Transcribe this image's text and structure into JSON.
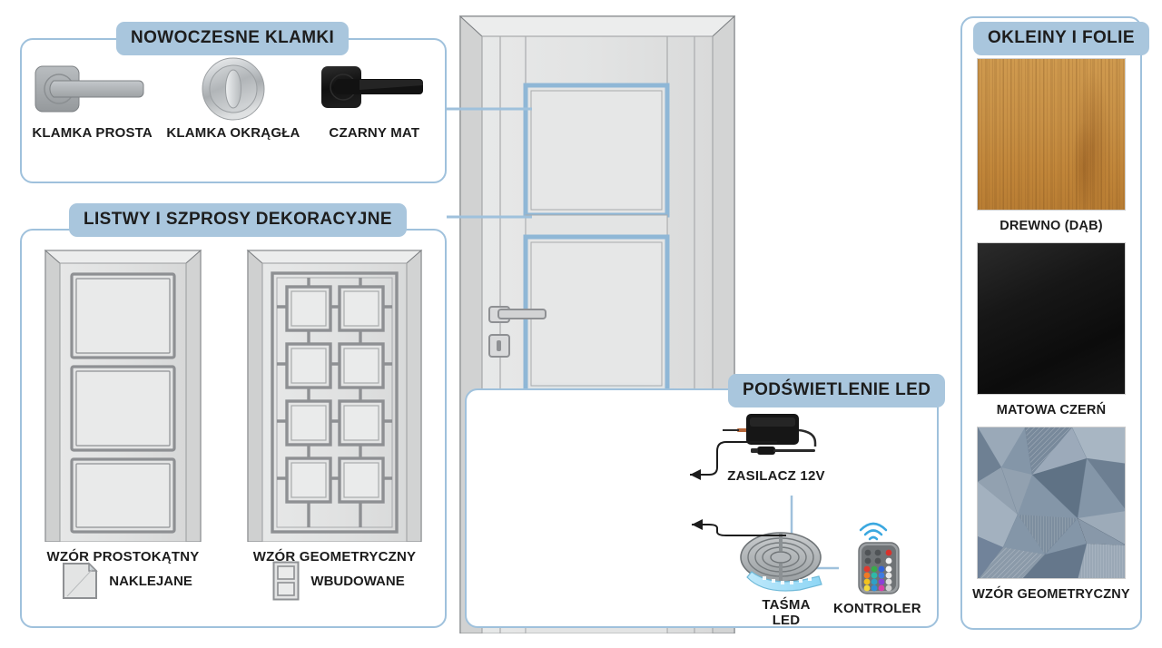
{
  "colors": {
    "accent": "#9fc1dc",
    "badge_bg": "#a9c6dd",
    "text": "#1c1c1c",
    "door_body": "#e3e4e4",
    "moulding": "#8e8e8e",
    "led_glow": "#4db8f0",
    "wood": "#c89146",
    "black_matte": "#121212",
    "geo_blue": "#7e93a8"
  },
  "panels": {
    "handles": {
      "title": "NOWOCZESNE KLAMKI",
      "items": [
        {
          "caption": "KLAMKA PROSTA",
          "icon": "lever-handle-icon",
          "finish": "satin-nickel"
        },
        {
          "caption": "KLAMKA OKRĄGŁA",
          "icon": "round-knob-icon",
          "finish": "chrome"
        },
        {
          "caption": "CZARNY MAT",
          "icon": "black-lever-handle-icon",
          "finish": "matte-black"
        }
      ]
    },
    "mouldings": {
      "title": "LISTWY I SZPROSY DEKORACYJNE",
      "samples": [
        {
          "caption": "WZÓR PROSTOKĄTNY",
          "icon": "rectangular-panel-door-icon"
        },
        {
          "caption": "WZÓR GEOMETRYCZNY",
          "icon": "geometric-lattice-door-icon"
        }
      ],
      "legend": [
        {
          "label": "NAKLEJANE",
          "icon": "peel-sticker-icon"
        },
        {
          "label": "WBUDOWANE",
          "icon": "embedded-panel-icon"
        }
      ]
    },
    "led": {
      "title": "PODŚWIETLENIE LED",
      "items": [
        {
          "caption": "ZASILACZ 12V",
          "icon": "power-supply-icon"
        },
        {
          "caption": "TAŚMA LED",
          "caption_line1": "TAŚMA",
          "caption_line2": "LED",
          "icon": "led-strip-reel-icon"
        },
        {
          "caption": "KONTROLER",
          "icon": "rgb-remote-icon"
        }
      ]
    },
    "veneers": {
      "title": "OKLEINY I FOLIE",
      "swatches": [
        {
          "caption": "DREWNO (DĄB)",
          "icon": "wood-oak-swatch"
        },
        {
          "caption": "MATOWA CZERŃ",
          "icon": "matte-black-swatch"
        },
        {
          "caption": "WZÓR GEOMETRYCZNY",
          "icon": "geometric-swatch"
        }
      ]
    }
  },
  "door": {
    "name": "interior-door-illustration",
    "parts": {
      "frame": "door-frame",
      "top_panel": "glass-panel-top",
      "middle_panel": "glass-panel-middle",
      "bottom_panel": "frosted-glass-panel-led",
      "handle": "door-handle",
      "lock": "door-lock-cylinder"
    }
  }
}
